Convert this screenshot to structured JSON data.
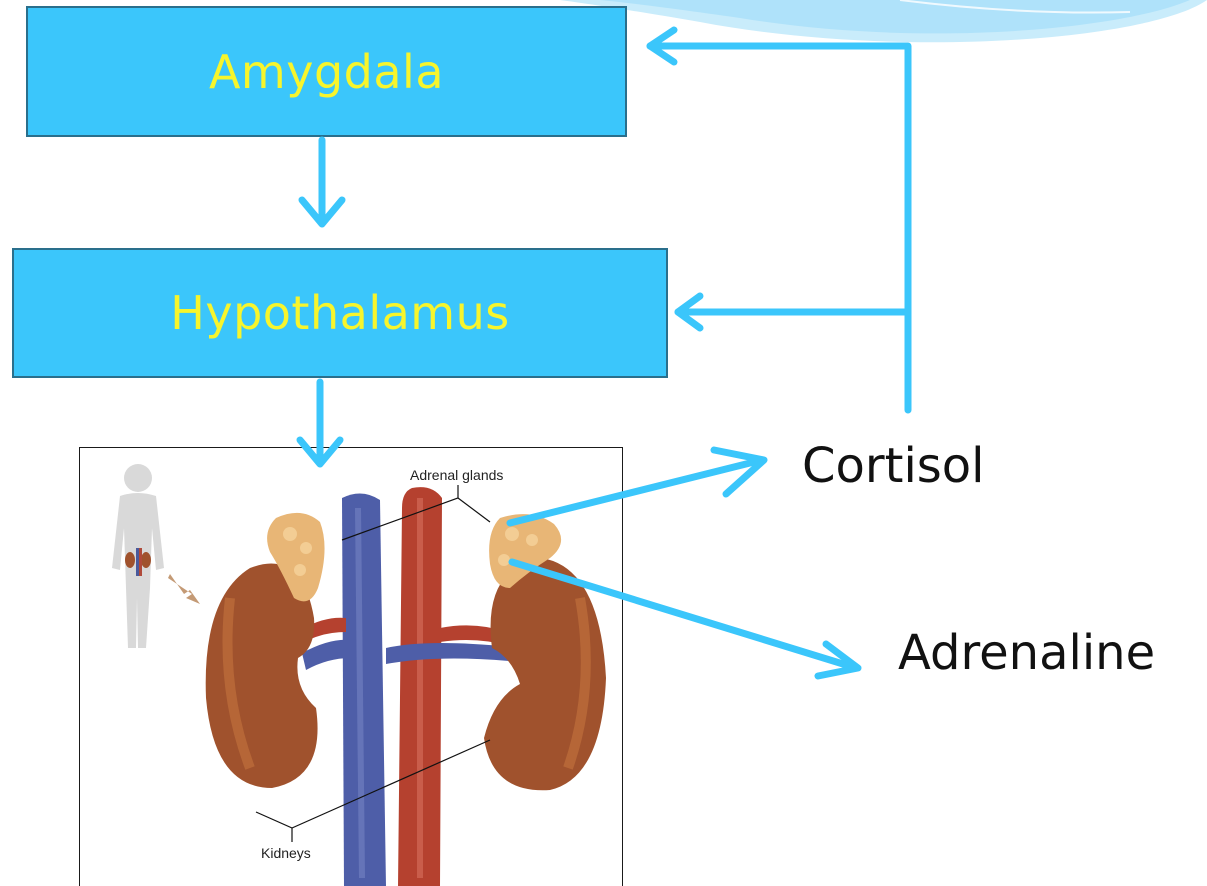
{
  "nodes": {
    "amygdala": "Amygdala",
    "hypothalamus": "Hypothalamus"
  },
  "outputs": {
    "cortisol": "Cortisol",
    "adrenaline": "Adrenaline"
  },
  "illustration": {
    "adrenal_glands_label": "Adrenal glands",
    "kidneys_label": "Kidneys"
  },
  "colors": {
    "box_fill": "#3bc6fb",
    "box_text": "#f7f52c",
    "arrow": "#3bc6fb",
    "swoosh": "#bfe8fb"
  }
}
